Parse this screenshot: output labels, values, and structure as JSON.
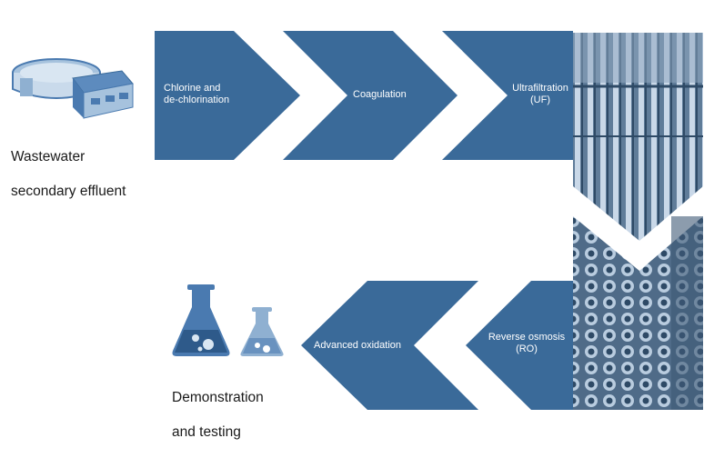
{
  "colors": {
    "step_fill": "#3A6A99",
    "photo_base": "#5F7C99",
    "icon_blue": "#4A7AB0",
    "icon_light": "#A6C2DD"
  },
  "source": {
    "icon": "treatment-plant-icon",
    "line1": "Wastewater",
    "line2": "secondary effluent"
  },
  "steps": [
    {
      "line1": "Chlorine and",
      "line2": "de-chlorination"
    },
    {
      "line1": "Coagulation"
    },
    {
      "line1": "Ultrafiltration",
      "line2": "(UF)"
    },
    {
      "line1": "Reverse osmosis",
      "line2": "(RO)"
    },
    {
      "line1": "Advanced oxidation"
    }
  ],
  "photos": [
    {
      "name": "ultrafiltration-modules-photo"
    },
    {
      "name": "reverse-osmosis-vessels-photo"
    }
  ],
  "destination": {
    "icon": "lab-flasks-icon",
    "line1": "Demonstration",
    "line2": "and testing"
  }
}
